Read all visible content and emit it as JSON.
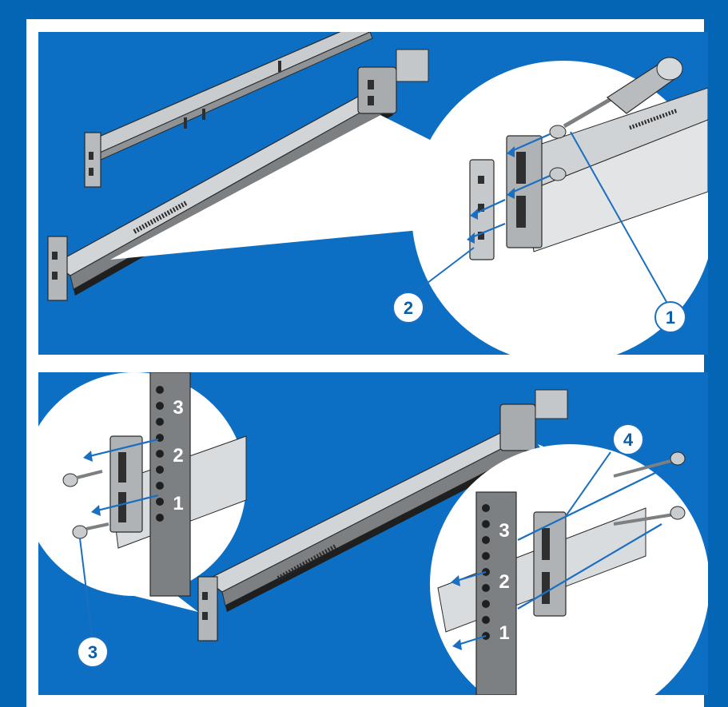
{
  "callouts": [
    {
      "id": "1",
      "label": "1"
    },
    {
      "id": "2",
      "label": "2"
    },
    {
      "id": "3",
      "label": "3"
    },
    {
      "id": "4",
      "label": "4"
    }
  ],
  "rack_hole_numbers": [
    "3",
    "2",
    "1"
  ],
  "colors": {
    "background": "#0565b5",
    "panel": "#0d6fc4",
    "magnifier": "#ffffff",
    "leader": "#1a6fc0",
    "rail": "#b9bcbf"
  }
}
